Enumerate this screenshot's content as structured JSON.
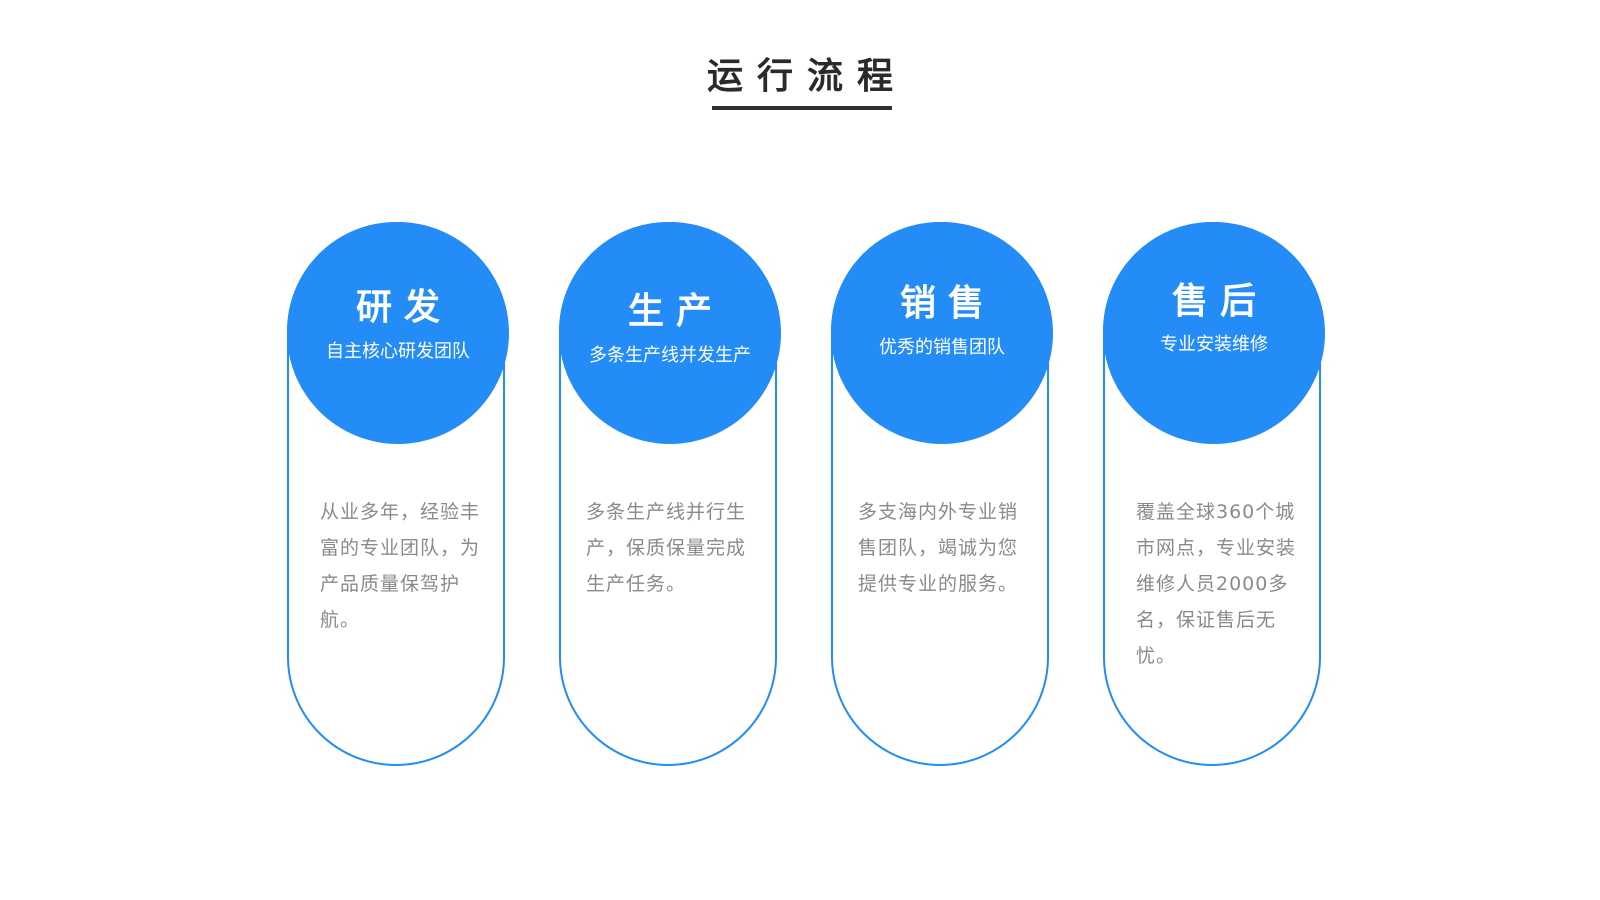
{
  "page": {
    "title": "运行流程"
  },
  "steps": [
    {
      "title": "研发",
      "subtitle": "自主核心研发团队",
      "description": "从业多年，经验丰富的专业团队，为产品质量保驾护航。"
    },
    {
      "title": "生产",
      "subtitle": "多条生产线并发生产",
      "description": "多条生产线并行生产，保质保量完成生产任务。"
    },
    {
      "title": "销售",
      "subtitle": "优秀的销售团队",
      "description": "多支海内外专业销售团队，竭诚为您提供专业的服务。"
    },
    {
      "title": "售后",
      "subtitle": "专业安装维修",
      "description": "覆盖全球360个城市网点，专业安装维修人员2000多名，保证售后无忧。"
    }
  ],
  "colors": {
    "accent": "#238cf6",
    "title_text": "#2a2a2a",
    "description_text": "#8a8a8a"
  }
}
